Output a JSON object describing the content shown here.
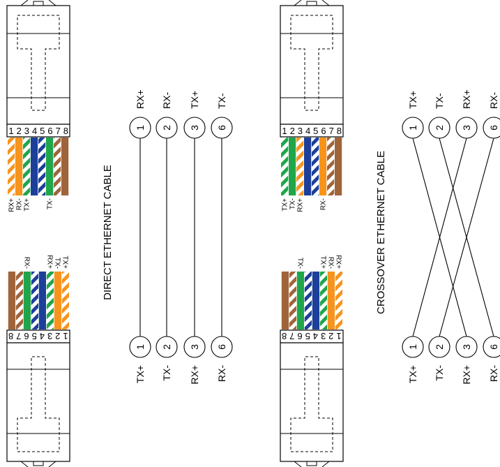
{
  "colors": {
    "orange": "#f7941d",
    "green": "#1fa64a",
    "blue": "#1c3f99",
    "brown": "#a0643a",
    "white": "#ffffff",
    "line": "#000000"
  },
  "wire_order": {
    "t568b": [
      "white-orange",
      "orange",
      "white-green",
      "blue",
      "white-blue",
      "green",
      "white-brown",
      "brown"
    ],
    "t568a": [
      "white-green",
      "green",
      "white-orange",
      "blue",
      "white-blue",
      "orange",
      "white-brown",
      "brown"
    ]
  },
  "connector_pin_labels": "12345678",
  "direct": {
    "caption": "DIRECT ETHERNET CABLE",
    "connector_top_pins": [
      {
        "pin": "1",
        "label": "RX+"
      },
      {
        "pin": "2",
        "label": "RX-"
      },
      {
        "pin": "3",
        "label": "TX+"
      },
      {
        "pin": "6",
        "label": "TX-"
      }
    ],
    "connector_bottom_pins": [
      {
        "pin": "1",
        "label": "TX+"
      },
      {
        "pin": "2",
        "label": "TX-"
      },
      {
        "pin": "3",
        "label": "RX+"
      },
      {
        "pin": "6",
        "label": "RX-"
      }
    ],
    "diagram_top": [
      "RX+",
      "RX-",
      "TX+",
      "TX-"
    ],
    "diagram_bottom": [
      "TX+",
      "TX-",
      "RX+",
      "RX-"
    ],
    "circle_numbers": [
      "1",
      "2",
      "3",
      "6"
    ]
  },
  "crossover": {
    "caption": "CROSSOVER ETHERNET CABLE",
    "connector_top_pins": [
      {
        "pin": "1",
        "label": "TX+"
      },
      {
        "pin": "2",
        "label": "TX-"
      },
      {
        "pin": "3",
        "label": "RX+"
      },
      {
        "pin": "6",
        "label": "RX-"
      }
    ],
    "connector_bottom_pins": [
      {
        "pin": "1",
        "label": "RX+"
      },
      {
        "pin": "2",
        "label": "RX-"
      },
      {
        "pin": "3",
        "label": "TX+"
      },
      {
        "pin": "6",
        "label": "TX-"
      }
    ],
    "diagram_top": [
      "TX+",
      "TX-",
      "RX+",
      "RX-"
    ],
    "diagram_bottom": [
      "TX+",
      "TX-",
      "RX+",
      "RX-"
    ],
    "circle_numbers": [
      "1",
      "2",
      "3",
      "6"
    ],
    "crossings": [
      [
        "1",
        "3"
      ],
      [
        "2",
        "6"
      ],
      [
        "3",
        "1"
      ],
      [
        "6",
        "2"
      ]
    ]
  }
}
